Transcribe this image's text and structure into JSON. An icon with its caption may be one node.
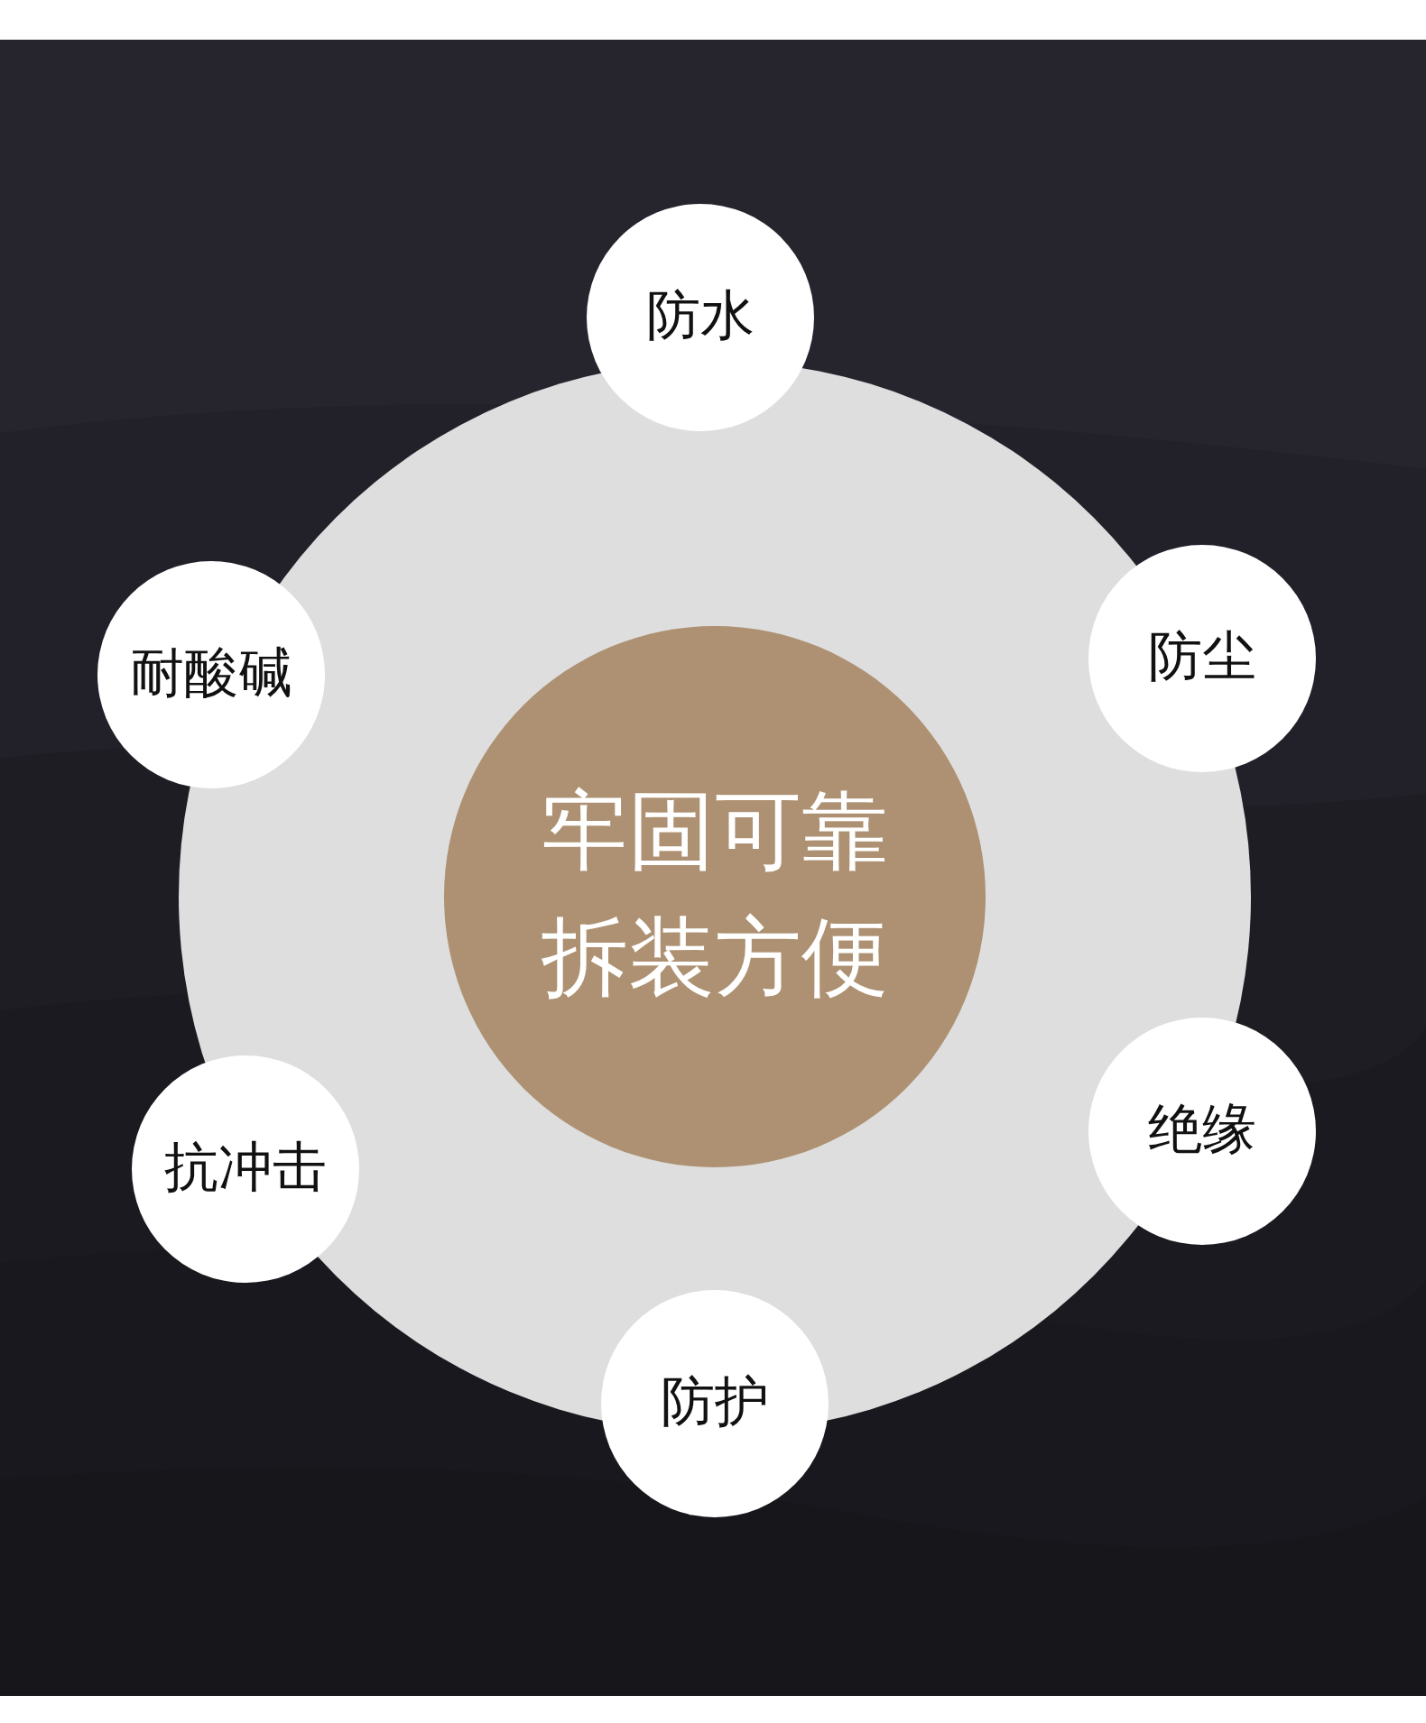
{
  "diagram": {
    "nodes": [
      {
        "text": [
          "牢固可靠",
          "拆装方便"
        ]
      },
      {
        "text": [
          "防水"
        ]
      },
      {
        "text": [
          "耐酸碱"
        ]
      },
      {
        "text": [
          "防尘"
        ]
      },
      {
        "text": [
          "抗冲击"
        ]
      },
      {
        "text": [
          "绝缘"
        ]
      },
      {
        "text": [
          "防护"
        ]
      }
    ]
  }
}
